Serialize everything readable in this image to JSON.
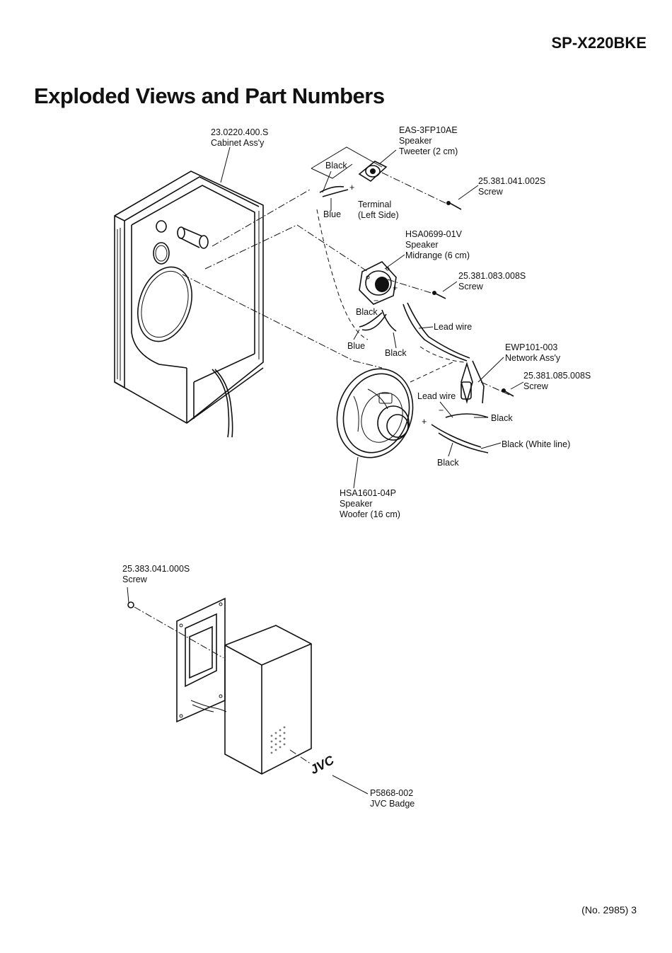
{
  "header": {
    "model": "SP-X220BKE",
    "title": "Exploded Views and Part Numbers"
  },
  "footer": {
    "page": "(No. 2985) 3"
  },
  "labels": {
    "cabinet": {
      "part": "23.0220.400.S",
      "name": "Cabinet Ass'y"
    },
    "tweeter": {
      "part": "EAS-3FP10AE",
      "name": "Speaker",
      "desc": "Tweeter (2 cm)"
    },
    "screw1": {
      "part": "25.381.041.002S",
      "name": "Screw"
    },
    "terminal": {
      "name": "Terminal",
      "desc": "(Left Side)"
    },
    "wire_black_top": "Black",
    "wire_blue_top": "Blue",
    "midrange": {
      "part": "HSA0699-01V",
      "name": "Speaker",
      "desc": "Midrange (6 cm)"
    },
    "screw2": {
      "part": "25.381.083.008S",
      "name": "Screw"
    },
    "wire_black_mid": "Black",
    "lead_wire_1": "Lead wire",
    "wire_blue_mid": "Blue",
    "wire_black_mid2": "Black",
    "network": {
      "part": "EWP101-003",
      "name": "Network Ass'y"
    },
    "screw3": {
      "part": "25.381.085.008S",
      "name": "Screw"
    },
    "lead_wire_2": "Lead wire",
    "wire_black_net": "Black",
    "wire_black_white": "Black (White line)",
    "wire_black_bottom": "Black",
    "woofer": {
      "part": "HSA1601-04P",
      "name": "Speaker",
      "desc": "Woofer (16 cm)"
    },
    "screw4": {
      "part": "25.383.041.000S",
      "name": "Screw"
    },
    "badge": {
      "part": "P5868-002",
      "name": "JVC Badge",
      "logo": "JVC"
    },
    "sign_plus": "+",
    "sign_minus": "−"
  }
}
